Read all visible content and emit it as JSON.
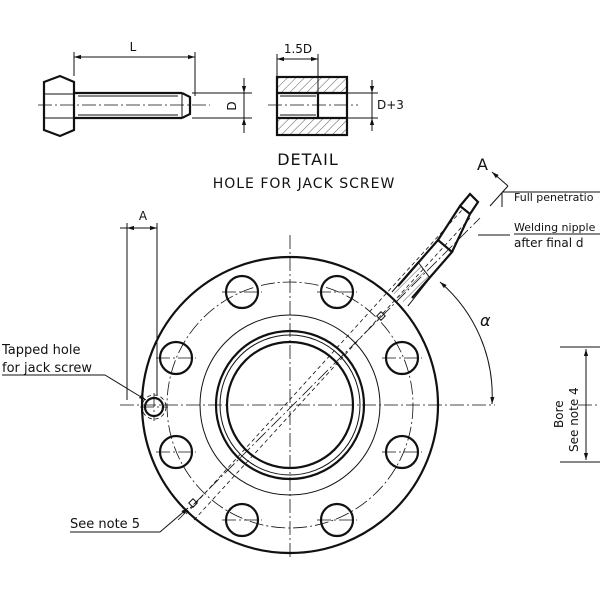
{
  "detail": {
    "title": "DETAIL",
    "subtitle": "HOLE FOR JACK SCREW",
    "dim_l": "L",
    "dim_d": "D",
    "dim_1_5d": "1.5D",
    "dim_d_plus_3": "D+3"
  },
  "labels": {
    "section_marker": "A",
    "dim_a": "A",
    "alpha": "α",
    "tapped_hole_line1": "Tapped hole",
    "tapped_hole_line2": "for jack screw",
    "see_note_5": "See note 5",
    "full_penetration": "Full penetratio",
    "welding_nipple": "Welding nipple",
    "after_final": "after final d",
    "bore": "Bore",
    "see_note_4": "See note 4"
  }
}
